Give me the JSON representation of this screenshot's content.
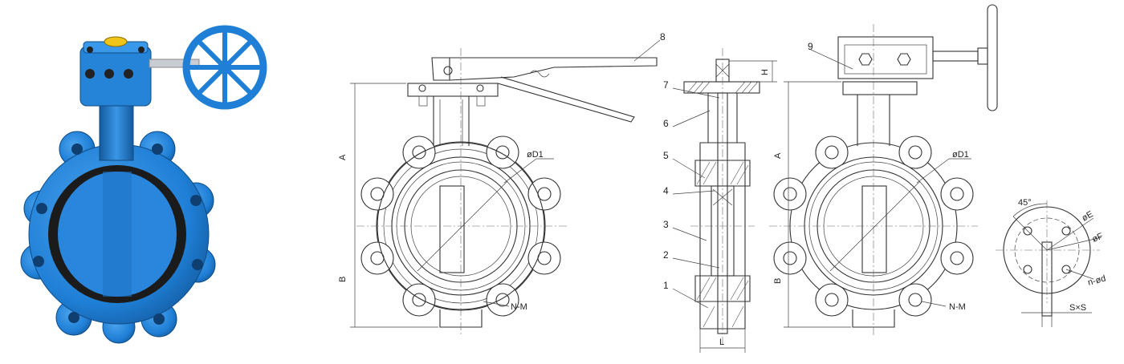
{
  "colors": {
    "valve_blue": "#1f7fd6",
    "valve_blue_dark": "#135a9e",
    "valve_seat": "#1b1b1b",
    "drawing_line": "#333333"
  },
  "part_numbers": {
    "p1": "1",
    "p2": "2",
    "p3": "3",
    "p4": "4",
    "p5": "5",
    "p6": "6",
    "p7": "7",
    "p8": "8",
    "p9": "9"
  },
  "dimensions": {
    "A": "A",
    "B": "B",
    "H": "H",
    "L": "L",
    "D1": "øD1",
    "NM": "N-M",
    "E": "øE",
    "F": "øF",
    "nd": "n-ød",
    "angle": "45°",
    "square": "S×S"
  }
}
